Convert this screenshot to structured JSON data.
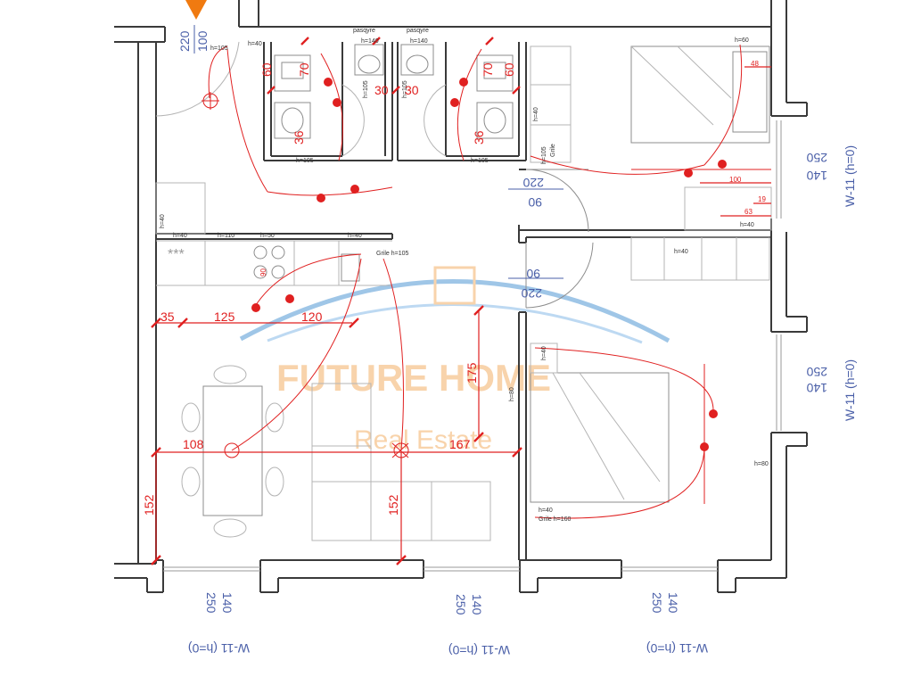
{
  "watermark": {
    "brand": "FUTURE HOME",
    "tagline": "Real Estate"
  },
  "windows": {
    "code": "W-11 (h=0)",
    "height": "140",
    "width": "250"
  },
  "doors": {
    "entrance_a": "220",
    "entrance_b": "100",
    "door_height": "220",
    "door_width": "90"
  },
  "dimensions": {
    "d35": "35",
    "d125": "125",
    "d120": "120",
    "d108": "108",
    "d167": "167",
    "d175": "175",
    "d152": "152",
    "d70": "70",
    "d60": "60",
    "d36": "36",
    "d30": "30",
    "d48": "48",
    "d100": "100",
    "d19": "19",
    "d63": "63",
    "d90": "90"
  },
  "notes": {
    "h40": "h=40",
    "h105": "h=105",
    "h140": "h=140",
    "h60": "h=60",
    "h110": "h=110",
    "h50": "h=50",
    "h80": "h=80",
    "h160": "h=160",
    "pasqyre": "pasqyre",
    "grile": "Grile",
    "grile_h105": "Grile h=105",
    "grile_h160": "Grile h=160",
    "stars": "***"
  },
  "colors": {
    "wall": "#3a3a3a",
    "electrical": "#e02020",
    "window_label": "#4a5fa8",
    "watermark": "#f6c58f",
    "entrance_marker": "#f07a10"
  }
}
